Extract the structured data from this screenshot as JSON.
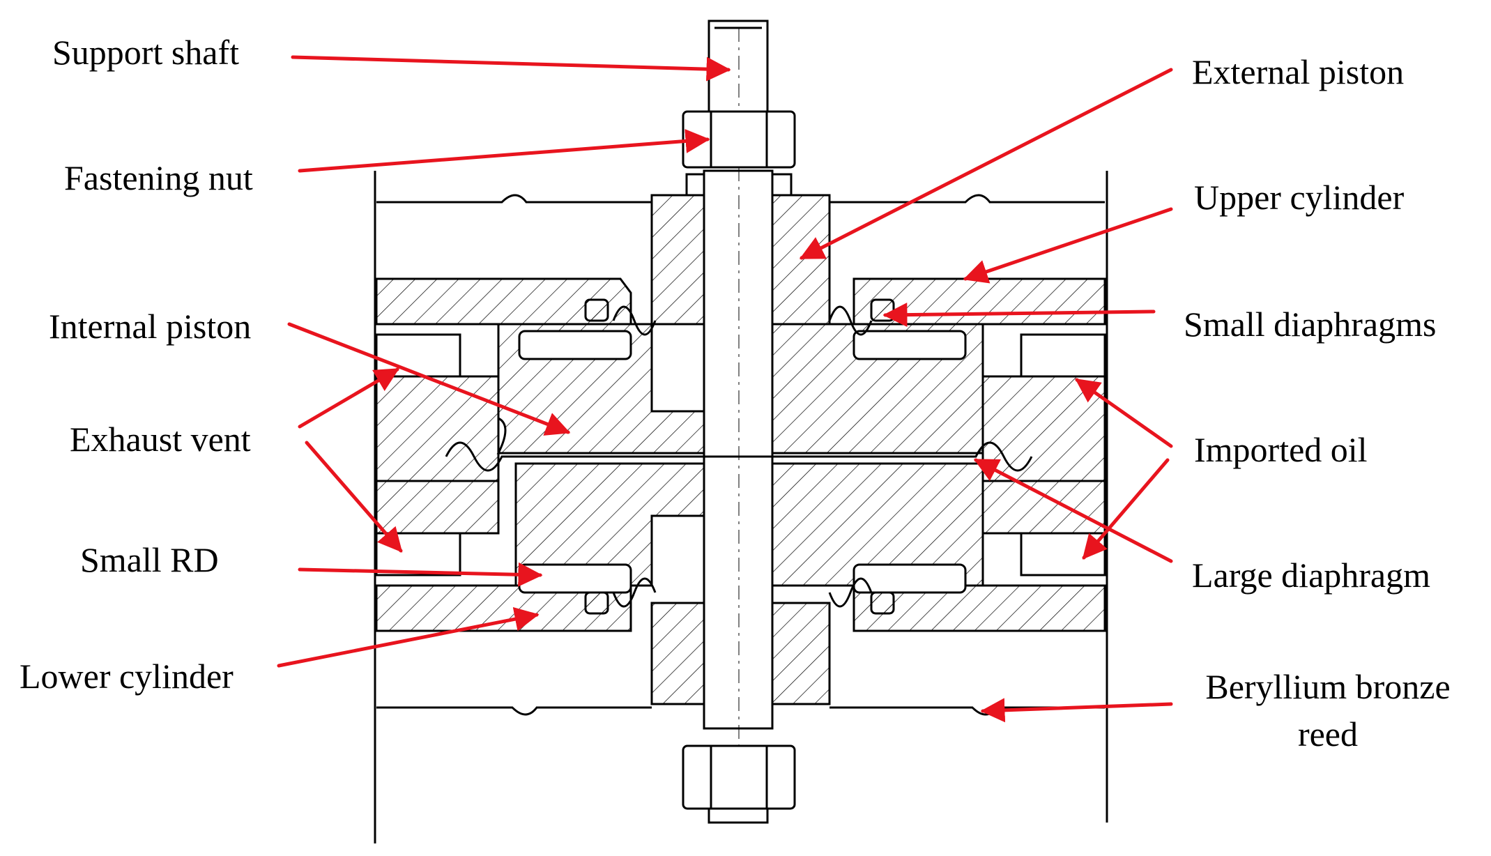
{
  "labels": {
    "support_shaft": "Support shaft",
    "fastening_nut": "Fastening nut",
    "internal_piston": "Internal piston",
    "exhaust_vent": "Exhaust vent",
    "small_rd": "Small RD",
    "lower_cylinder": "Lower cylinder",
    "external_piston": "External piston",
    "upper_cylinder": "Upper cylinder",
    "small_diaphragms": "Small diaphragms",
    "imported_oil": "Imported oil",
    "large_diaphragm": "Large diaphragm",
    "beryllium_line1": "Beryllium bronze",
    "beryllium_line2": "reed"
  },
  "colors": {
    "arrow": "#e8141e",
    "line": "#000000",
    "background": "#ffffff"
  }
}
